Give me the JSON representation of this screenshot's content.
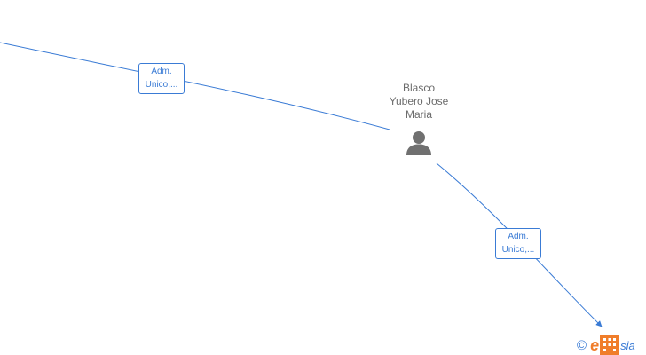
{
  "nodes": {
    "person": {
      "name_lines": [
        "Blasco",
        "Yubero Jose",
        "Maria"
      ],
      "icon": "person-icon"
    }
  },
  "edges": [
    {
      "label_lines": [
        "Adm.",
        "Unico,..."
      ]
    },
    {
      "label_lines": [
        "Adm.",
        "Unico,..."
      ]
    }
  ],
  "footer": {
    "copyright": "©",
    "brand_prefix": "e",
    "brand_suffix": "sia",
    "brand_logo_icon": "empresia-logo-icon"
  },
  "colors": {
    "edge": "#3a7bd5",
    "node_text": "#6b6b6b",
    "node_icon": "#707070",
    "brand_orange": "#f07d2a"
  }
}
